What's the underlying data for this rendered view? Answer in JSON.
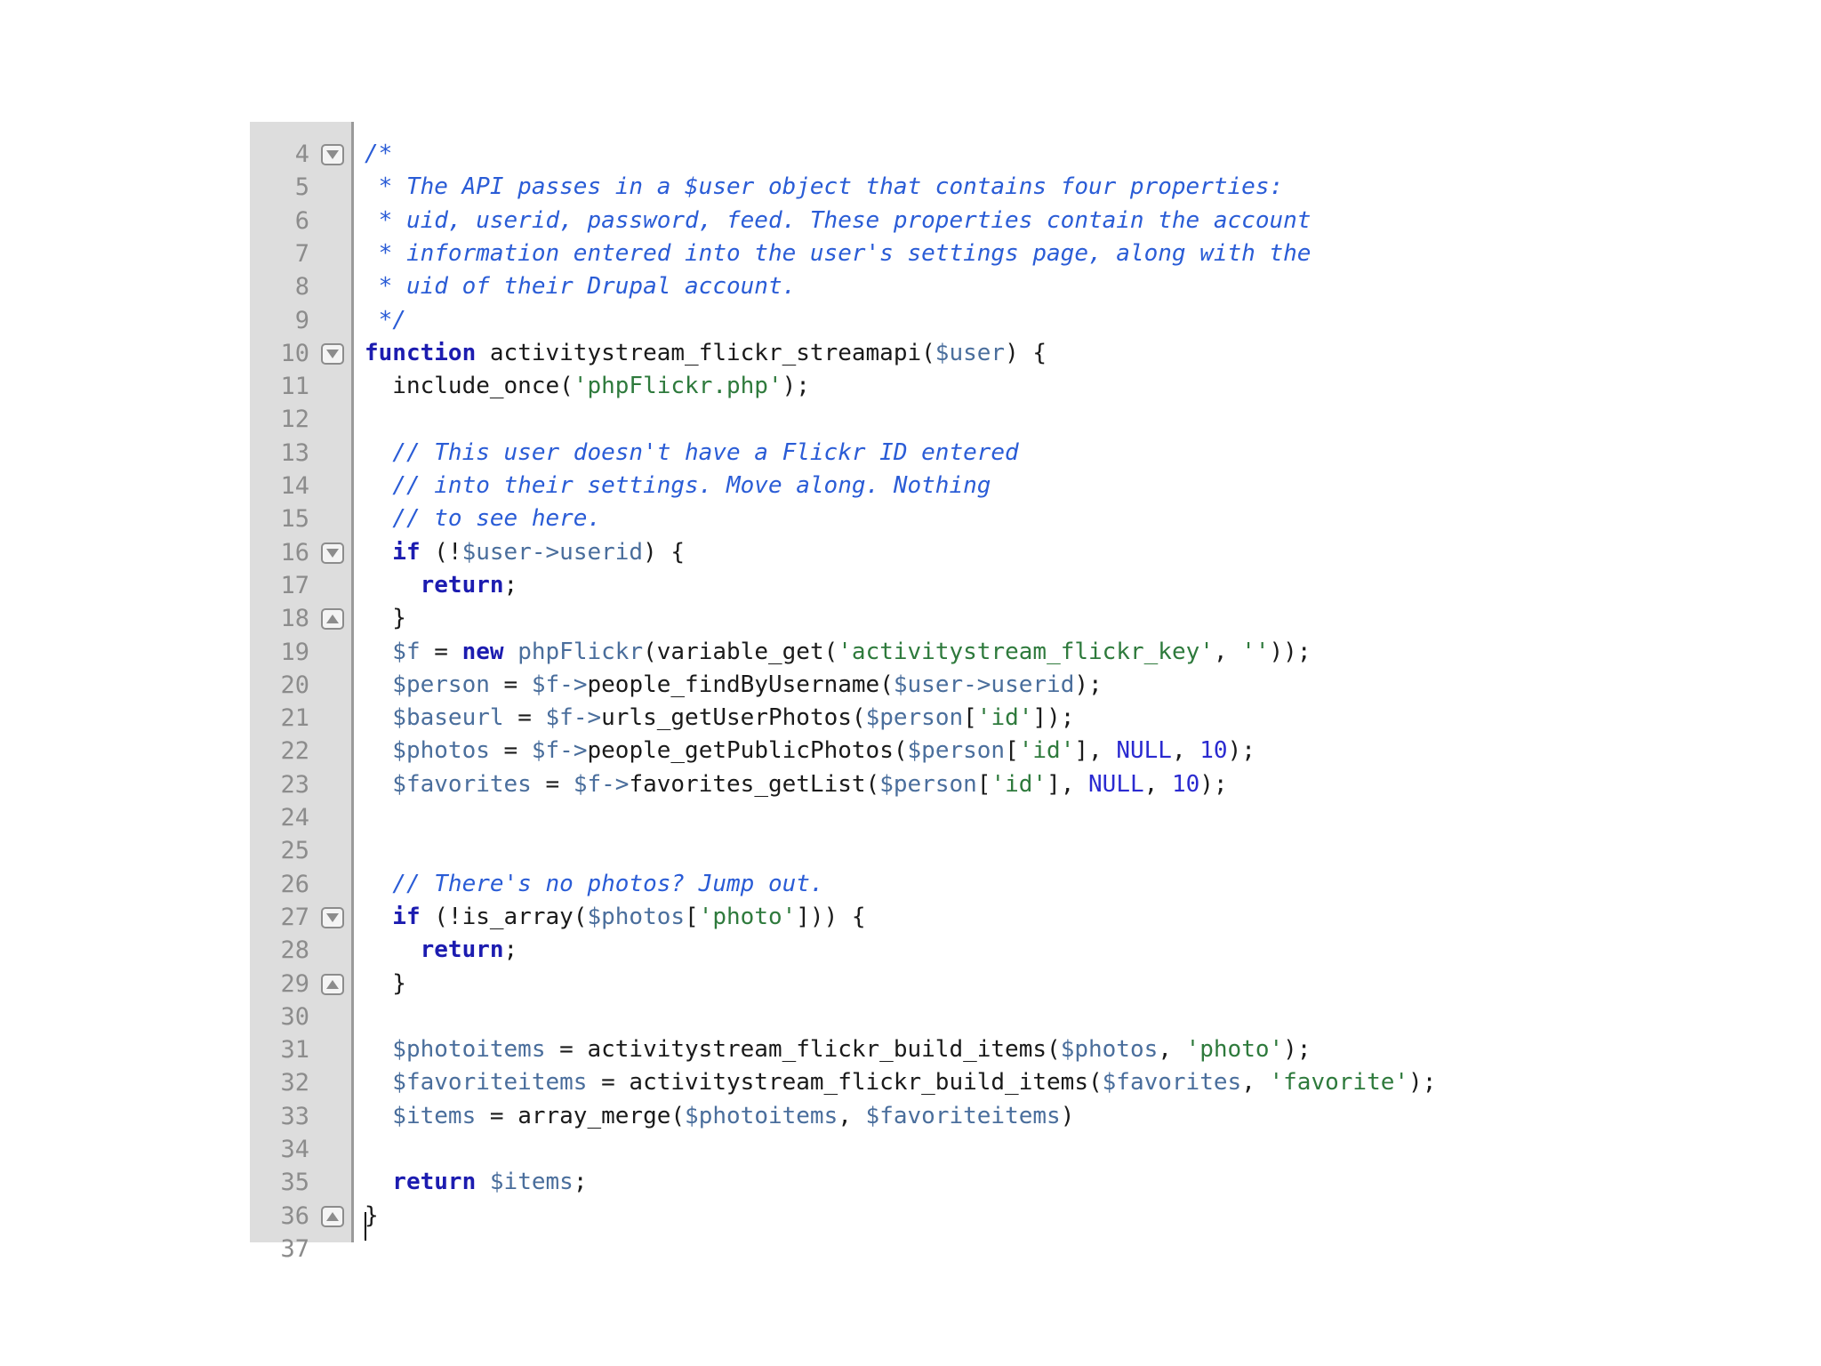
{
  "colors": {
    "comment": "#2a5cd6",
    "keyword": "#1c1cb0",
    "variable": "#4a6e9c",
    "string": "#2e7a3c",
    "number": "#2a2ad0",
    "plain": "#1a1a1a",
    "line_number": "#8c8c8c",
    "gutter": "#dddddd"
  },
  "lines": [
    {
      "num": "4",
      "fold": "collapse",
      "tokens": [
        {
          "t": "/*",
          "c": "comment"
        }
      ]
    },
    {
      "num": "5",
      "tokens": [
        {
          "t": " * The API passes in a $user object that contains four properties:",
          "c": "comment"
        }
      ]
    },
    {
      "num": "6",
      "tokens": [
        {
          "t": " * uid, userid, password, feed. These properties contain the account",
          "c": "comment"
        }
      ]
    },
    {
      "num": "7",
      "tokens": [
        {
          "t": " * information entered into the user's settings page, along with the",
          "c": "comment"
        }
      ]
    },
    {
      "num": "8",
      "tokens": [
        {
          "t": " * uid of their Drupal account.",
          "c": "comment"
        }
      ]
    },
    {
      "num": "9",
      "tokens": [
        {
          "t": " */",
          "c": "comment"
        }
      ]
    },
    {
      "num": "10",
      "fold": "collapse",
      "tokens": [
        {
          "t": "function",
          "c": "keyword"
        },
        {
          "t": " activitystream_flickr_streamapi(",
          "c": "plain"
        },
        {
          "t": "$user",
          "c": "variable"
        },
        {
          "t": ") {",
          "c": "plain"
        }
      ]
    },
    {
      "num": "11",
      "tokens": [
        {
          "t": "  include_once(",
          "c": "plain"
        },
        {
          "t": "'phpFlickr.php'",
          "c": "string"
        },
        {
          "t": ");",
          "c": "plain"
        }
      ]
    },
    {
      "num": "12",
      "tokens": []
    },
    {
      "num": "13",
      "tokens": [
        {
          "t": "  // This user doesn't have a Flickr ID entered",
          "c": "comment"
        }
      ]
    },
    {
      "num": "14",
      "tokens": [
        {
          "t": "  // into their settings. Move along. Nothing",
          "c": "comment"
        }
      ]
    },
    {
      "num": "15",
      "tokens": [
        {
          "t": "  // to see here.",
          "c": "comment"
        }
      ]
    },
    {
      "num": "16",
      "fold": "collapse",
      "tokens": [
        {
          "t": "  if",
          "c": "keyword"
        },
        {
          "t": " (!",
          "c": "plain"
        },
        {
          "t": "$user->userid",
          "c": "variable"
        },
        {
          "t": ") {",
          "c": "plain"
        }
      ]
    },
    {
      "num": "17",
      "tokens": [
        {
          "t": "    return",
          "c": "keyword"
        },
        {
          "t": ";",
          "c": "plain"
        }
      ]
    },
    {
      "num": "18",
      "fold": "end",
      "tokens": [
        {
          "t": "  }",
          "c": "plain"
        }
      ]
    },
    {
      "num": "19",
      "tokens": [
        {
          "t": "  $f",
          "c": "variable"
        },
        {
          "t": " = ",
          "c": "plain"
        },
        {
          "t": "new",
          "c": "keyword"
        },
        {
          "t": " phpFlickr",
          "c": "variable"
        },
        {
          "t": "(variable_get(",
          "c": "plain"
        },
        {
          "t": "'activitystream_flickr_key'",
          "c": "string"
        },
        {
          "t": ", ",
          "c": "plain"
        },
        {
          "t": "''",
          "c": "string"
        },
        {
          "t": "));",
          "c": "plain"
        }
      ]
    },
    {
      "num": "20",
      "tokens": [
        {
          "t": "  $person",
          "c": "variable"
        },
        {
          "t": " = ",
          "c": "plain"
        },
        {
          "t": "$f->",
          "c": "variable"
        },
        {
          "t": "people_findByUsername(",
          "c": "plain"
        },
        {
          "t": "$user->userid",
          "c": "variable"
        },
        {
          "t": ");",
          "c": "plain"
        }
      ]
    },
    {
      "num": "21",
      "tokens": [
        {
          "t": "  $baseurl",
          "c": "variable"
        },
        {
          "t": " = ",
          "c": "plain"
        },
        {
          "t": "$f->",
          "c": "variable"
        },
        {
          "t": "urls_getUserPhotos(",
          "c": "plain"
        },
        {
          "t": "$person",
          "c": "variable"
        },
        {
          "t": "[",
          "c": "plain"
        },
        {
          "t": "'id'",
          "c": "string"
        },
        {
          "t": "]);",
          "c": "plain"
        }
      ]
    },
    {
      "num": "22",
      "tokens": [
        {
          "t": "  $photos",
          "c": "variable"
        },
        {
          "t": " = ",
          "c": "plain"
        },
        {
          "t": "$f->",
          "c": "variable"
        },
        {
          "t": "people_getPublicPhotos(",
          "c": "plain"
        },
        {
          "t": "$person",
          "c": "variable"
        },
        {
          "t": "[",
          "c": "plain"
        },
        {
          "t": "'id'",
          "c": "string"
        },
        {
          "t": "], ",
          "c": "plain"
        },
        {
          "t": "NULL",
          "c": "number"
        },
        {
          "t": ", ",
          "c": "plain"
        },
        {
          "t": "10",
          "c": "number"
        },
        {
          "t": ");",
          "c": "plain"
        }
      ]
    },
    {
      "num": "23",
      "tokens": [
        {
          "t": "  $favorites",
          "c": "variable"
        },
        {
          "t": " = ",
          "c": "plain"
        },
        {
          "t": "$f->",
          "c": "variable"
        },
        {
          "t": "favorites_getList(",
          "c": "plain"
        },
        {
          "t": "$person",
          "c": "variable"
        },
        {
          "t": "[",
          "c": "plain"
        },
        {
          "t": "'id'",
          "c": "string"
        },
        {
          "t": "], ",
          "c": "plain"
        },
        {
          "t": "NULL",
          "c": "number"
        },
        {
          "t": ", ",
          "c": "plain"
        },
        {
          "t": "10",
          "c": "number"
        },
        {
          "t": ");",
          "c": "plain"
        }
      ]
    },
    {
      "num": "24",
      "tokens": []
    },
    {
      "num": "25",
      "tokens": []
    },
    {
      "num": "26",
      "tokens": [
        {
          "t": "  // There's no photos? Jump out.",
          "c": "comment"
        }
      ]
    },
    {
      "num": "27",
      "fold": "collapse",
      "tokens": [
        {
          "t": "  if",
          "c": "keyword"
        },
        {
          "t": " (!is_array(",
          "c": "plain"
        },
        {
          "t": "$photos",
          "c": "variable"
        },
        {
          "t": "[",
          "c": "plain"
        },
        {
          "t": "'photo'",
          "c": "string"
        },
        {
          "t": "])) {",
          "c": "plain"
        }
      ]
    },
    {
      "num": "28",
      "tokens": [
        {
          "t": "    return",
          "c": "keyword"
        },
        {
          "t": ";",
          "c": "plain"
        }
      ]
    },
    {
      "num": "29",
      "fold": "end",
      "tokens": [
        {
          "t": "  }",
          "c": "plain"
        }
      ]
    },
    {
      "num": "30",
      "tokens": []
    },
    {
      "num": "31",
      "tokens": [
        {
          "t": "  $photoitems",
          "c": "variable"
        },
        {
          "t": " = activitystream_flickr_build_items(",
          "c": "plain"
        },
        {
          "t": "$photos",
          "c": "variable"
        },
        {
          "t": ", ",
          "c": "plain"
        },
        {
          "t": "'photo'",
          "c": "string"
        },
        {
          "t": ");",
          "c": "plain"
        }
      ]
    },
    {
      "num": "32",
      "tokens": [
        {
          "t": "  $favoriteitems",
          "c": "variable"
        },
        {
          "t": " = activitystream_flickr_build_items(",
          "c": "plain"
        },
        {
          "t": "$favorites",
          "c": "variable"
        },
        {
          "t": ", ",
          "c": "plain"
        },
        {
          "t": "'favorite'",
          "c": "string"
        },
        {
          "t": ");",
          "c": "plain"
        }
      ]
    },
    {
      "num": "33",
      "tokens": [
        {
          "t": "  $items",
          "c": "variable"
        },
        {
          "t": " = array_merge(",
          "c": "plain"
        },
        {
          "t": "$photoitems",
          "c": "variable"
        },
        {
          "t": ", ",
          "c": "plain"
        },
        {
          "t": "$favoriteitems",
          "c": "variable"
        },
        {
          "t": ")",
          "c": "plain"
        }
      ]
    },
    {
      "num": "34",
      "tokens": []
    },
    {
      "num": "35",
      "tokens": [
        {
          "t": "  return",
          "c": "keyword"
        },
        {
          "t": " ",
          "c": "plain"
        },
        {
          "t": "$items",
          "c": "variable"
        },
        {
          "t": ";",
          "c": "plain"
        }
      ]
    },
    {
      "num": "36",
      "fold": "end",
      "tokens": [
        {
          "t": "}",
          "c": "plain"
        }
      ]
    },
    {
      "num": "37",
      "tokens": []
    }
  ]
}
